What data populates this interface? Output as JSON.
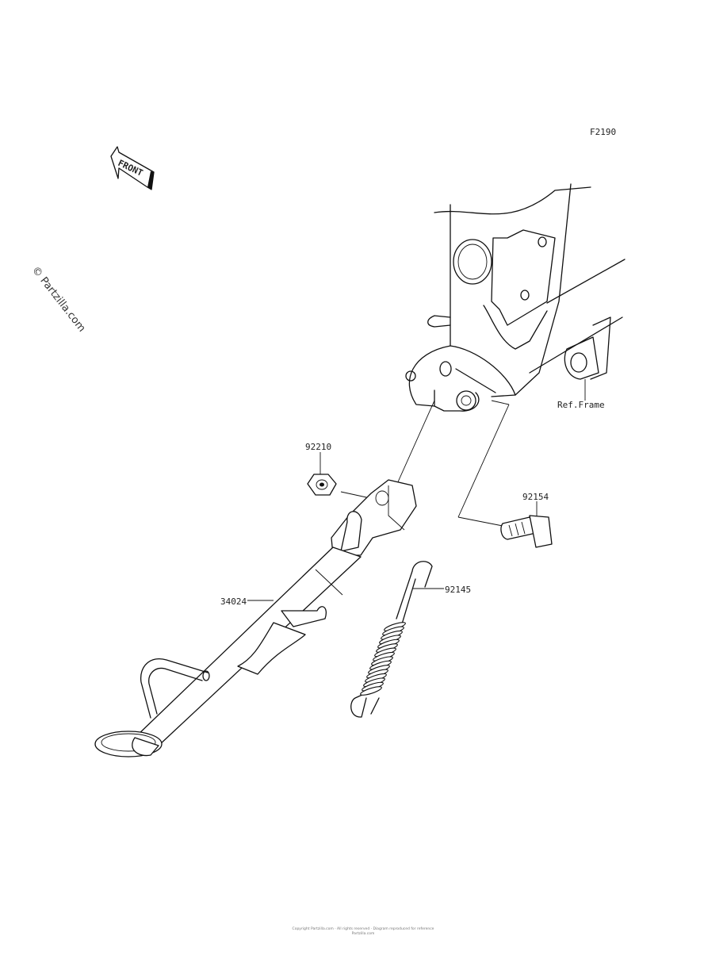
{
  "diagram_code": "F2190",
  "front_arrow_label": "FRONT",
  "watermark": "© Partzilla.com",
  "parts": {
    "nut": "92210",
    "bolt": "92154",
    "spring": "92145",
    "stand": "34024"
  },
  "frame_ref": "Ref.Frame",
  "footer": {
    "line1": "Copyright Partzilla.com · All rights reserved · Diagram reproduced for reference",
    "line2": "Partzilla.com"
  }
}
